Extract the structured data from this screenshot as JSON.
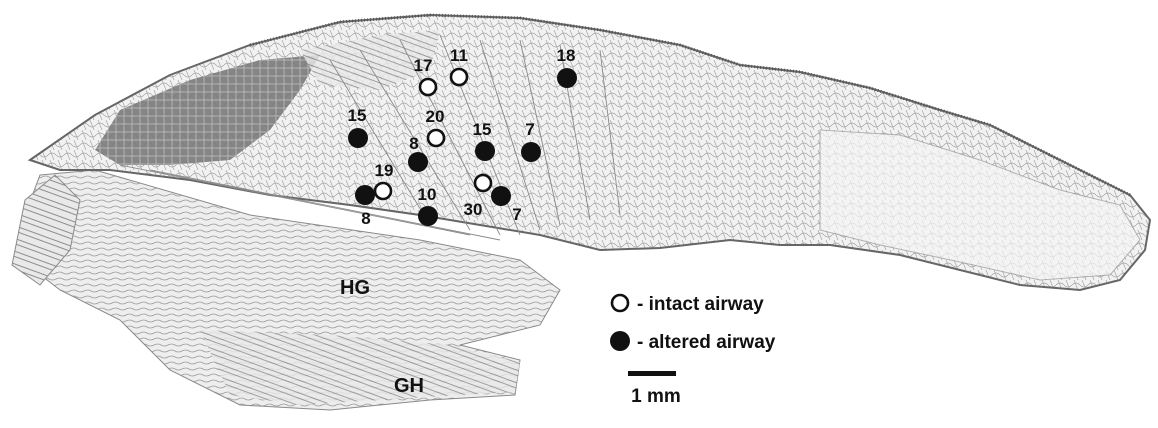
{
  "markers": [
    {
      "label": "17",
      "type": "intact"
    },
    {
      "label": "11",
      "type": "intact"
    },
    {
      "label": "18",
      "type": "altered"
    },
    {
      "label": "15",
      "type": "altered"
    },
    {
      "label": "20",
      "type": "intact"
    },
    {
      "label": "8",
      "type": "altered"
    },
    {
      "label": "15",
      "type": "altered"
    },
    {
      "label": "7",
      "type": "altered"
    },
    {
      "label": "19",
      "type": "intact"
    },
    {
      "label": "8",
      "type": "altered"
    },
    {
      "label": "10",
      "type": "altered"
    },
    {
      "label": "30",
      "type": "intact"
    },
    {
      "label": "7",
      "type": "altered"
    }
  ],
  "regions": {
    "hg": "HG",
    "gh": "GH"
  },
  "legend": {
    "intact": "- intact airway",
    "altered": "- altered airway"
  },
  "scale_bar": {
    "label": "1 mm"
  }
}
